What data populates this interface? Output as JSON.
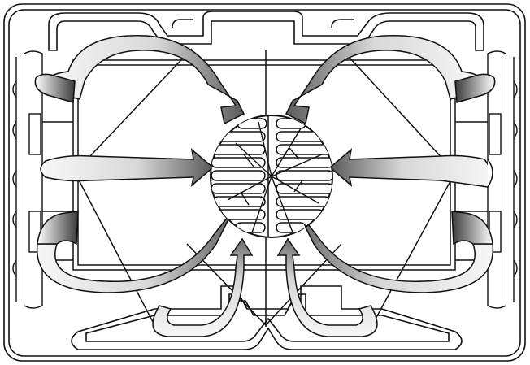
{
  "diagram": {
    "subject": "oven-interior-convection-airflow",
    "labels": [],
    "colors": {
      "line": "#111111",
      "paper": "#ffffff",
      "arrow_dark": "#4a4a4a",
      "arrow_light": "#f4f4f4"
    },
    "icons": [
      "oven-cavity",
      "convection-fan-grille",
      "airflow-arrow",
      "heating-element"
    ]
  }
}
